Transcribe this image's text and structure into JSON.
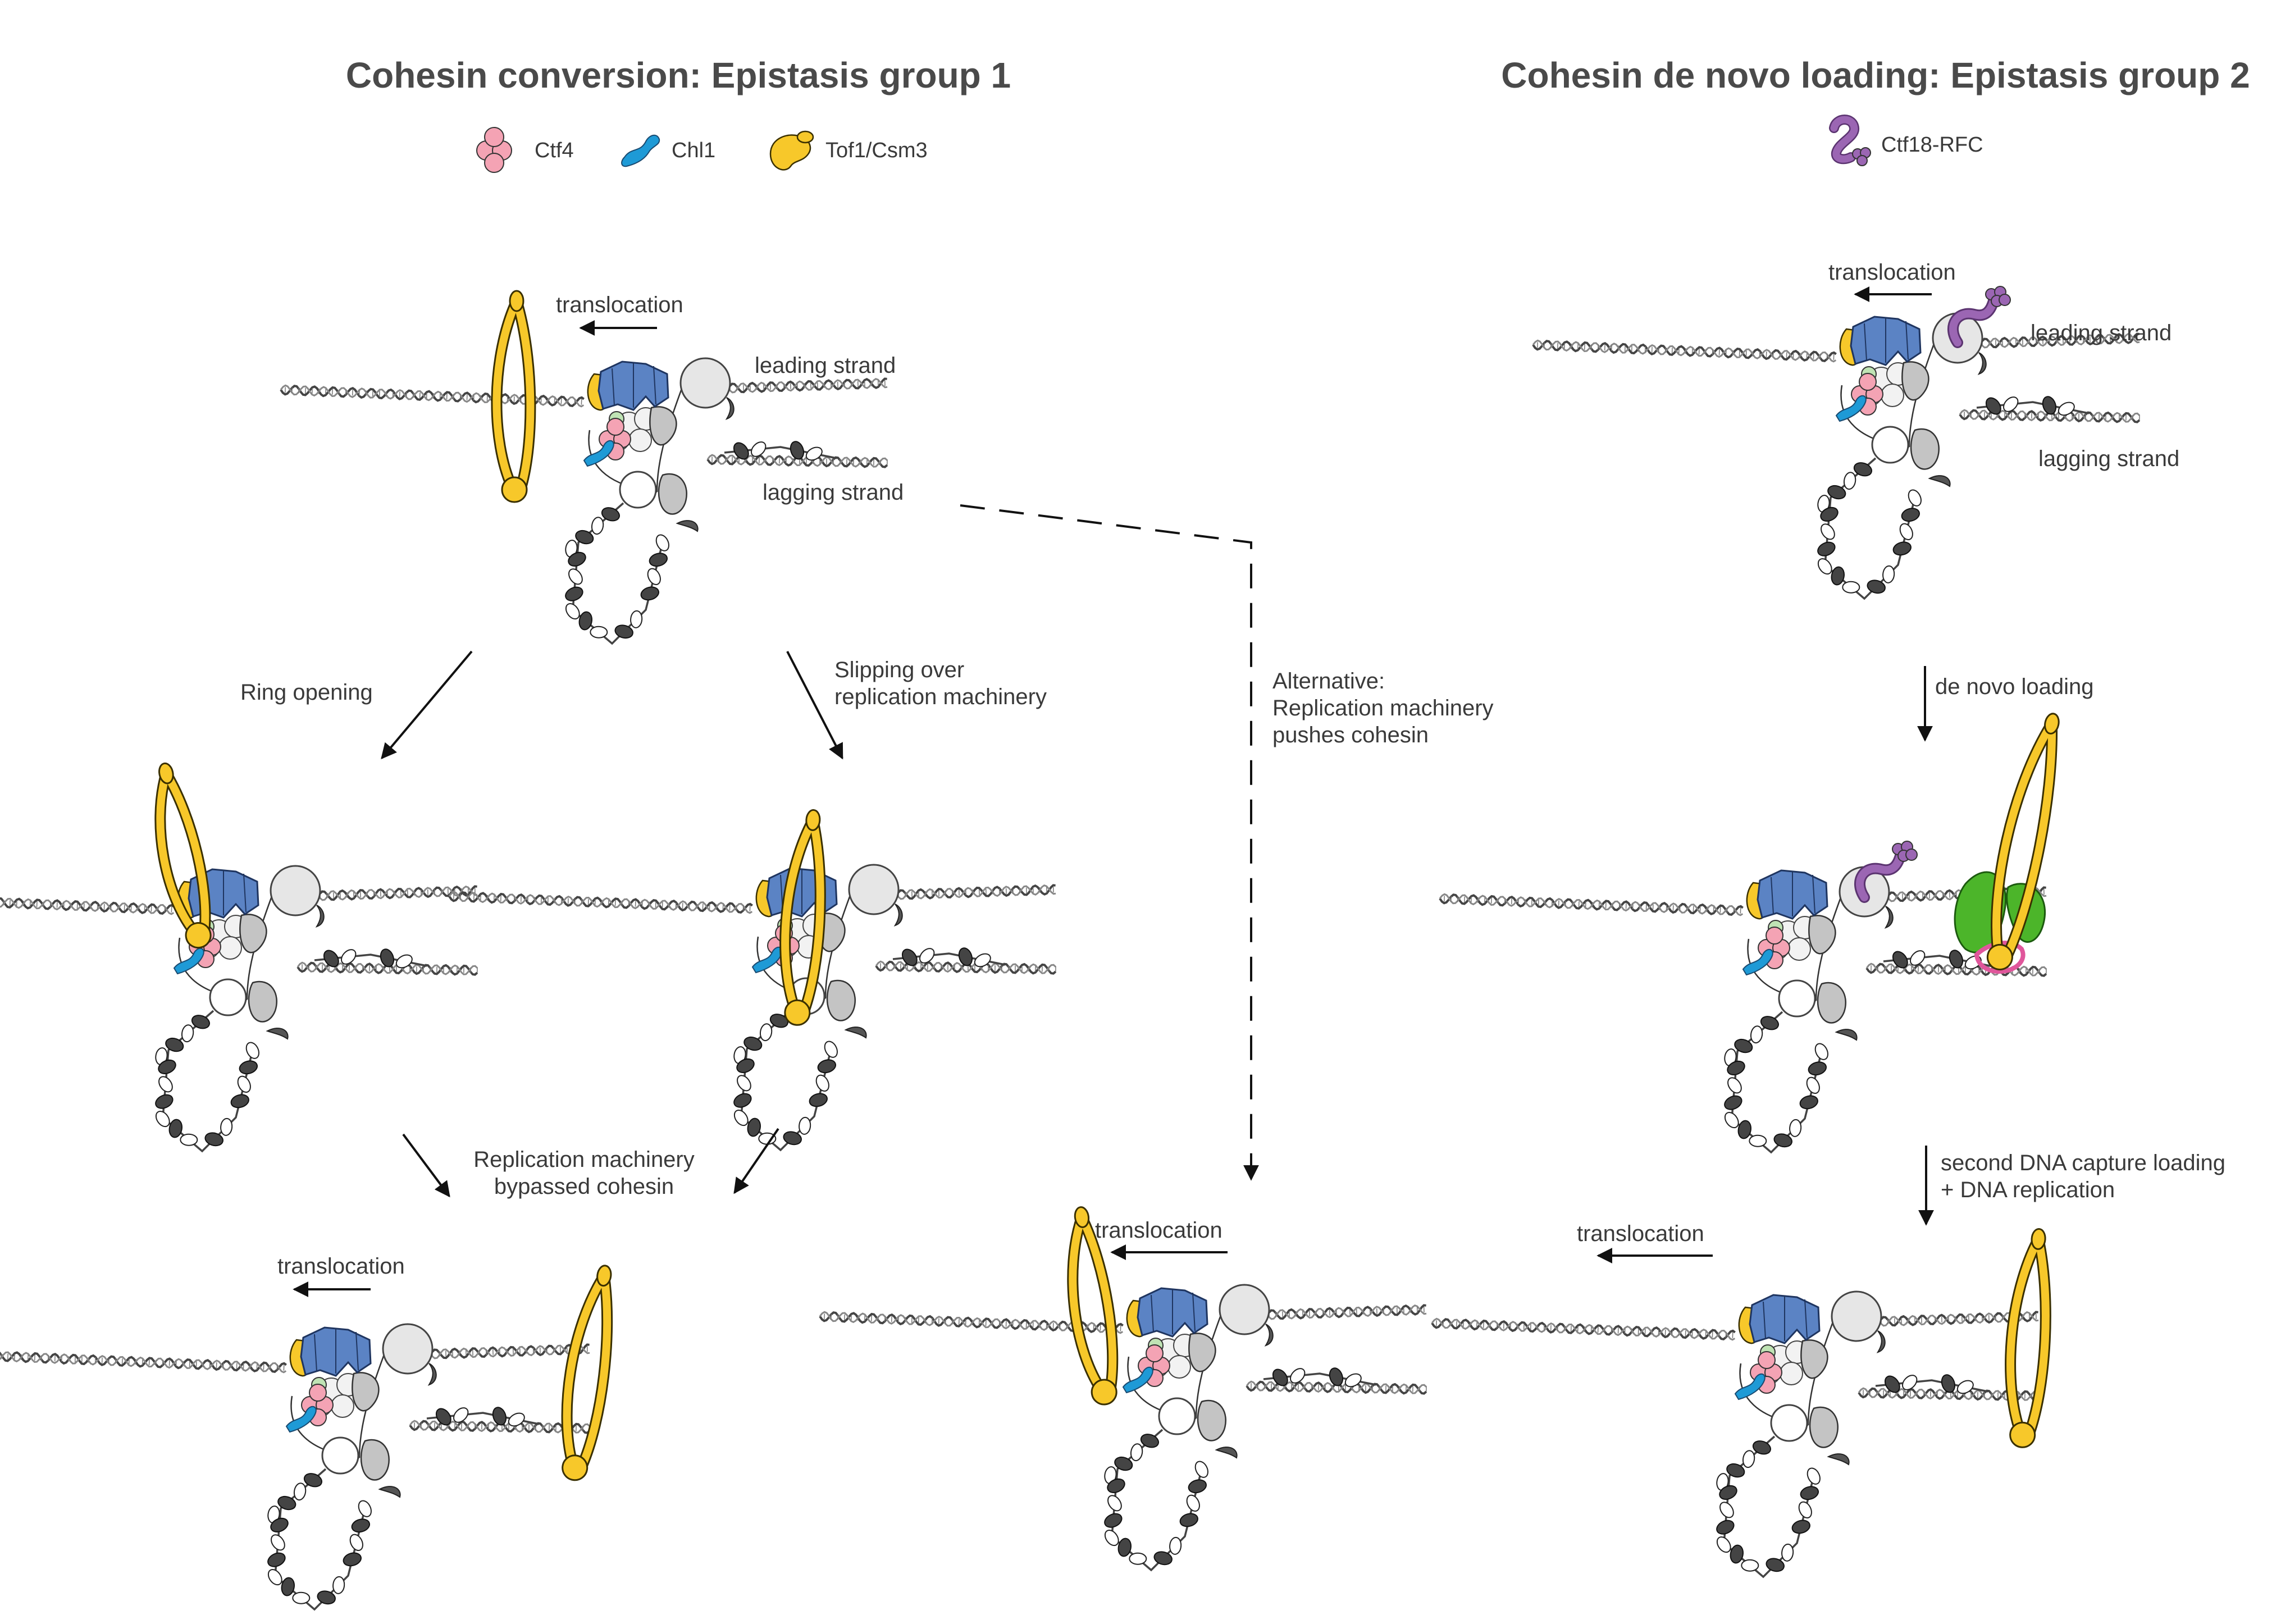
{
  "titles": {
    "left": "Cohesin conversion: Epistasis group 1",
    "right": "Cohesin de novo loading: Epistasis group 2"
  },
  "legend": {
    "ctf4": "Ctf4",
    "chl1": "Chl1",
    "tof1": "Tof1/Csm3",
    "ctf18": "Ctf18-RFC"
  },
  "labels": {
    "translocation": "translocation",
    "leading_strand": "leading strand",
    "lagging_strand": "lagging strand",
    "ring_opening": "Ring opening",
    "slipping_1": "Slipping over",
    "slipping_2": "replication machinery",
    "alternative_1": "Alternative:",
    "alternative_2": "Replication machinery",
    "alternative_3": "pushes cohesin",
    "bypassed_1": "Replication machinery",
    "bypassed_2": "bypassed cohesin",
    "de_novo": "de novo loading",
    "second_capture_1": "second DNA capture loading",
    "second_capture_2": "+ DNA replication"
  },
  "colors": {
    "cohesin": "#f7c82a",
    "cohesin_stroke": "#3a3000",
    "mcm": "#5b83c4",
    "ctf4": "#f4a3b4",
    "chl1": "#1e9ad6",
    "ctf18": "#9b66b3",
    "loader": "#4cb52a",
    "loader_ring": "#e0569b",
    "gray_light": "#e6e6e6",
    "gray_mid": "#c4c4c4",
    "gray_dark": "#555555",
    "dna": "#444444"
  }
}
